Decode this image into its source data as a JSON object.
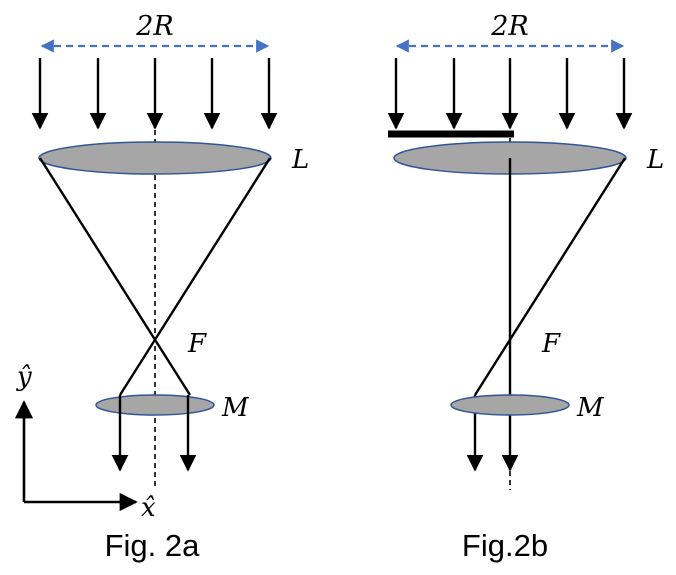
{
  "figure_a": {
    "width_label": "2R",
    "lens_large_label": "L",
    "focus_label": "F",
    "lens_small_label": "M",
    "y_axis_label": "ŷ",
    "x_axis_label": "x̂",
    "caption": "Fig. 2a"
  },
  "figure_b": {
    "width_label": "2R",
    "lens_large_label": "L",
    "focus_label": "F",
    "lens_small_label": "M",
    "caption": "Fig.2b"
  },
  "colors": {
    "dimension_arrow": "#4472c4",
    "lens_fill": "#a6a6a6",
    "line": "#000000"
  }
}
